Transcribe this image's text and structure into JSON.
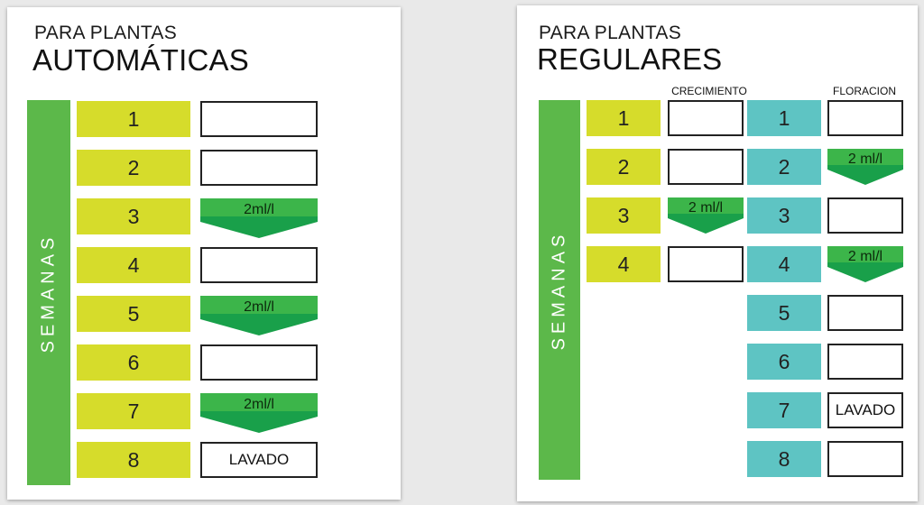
{
  "auto": {
    "subtitle": "PARA PLANTAS",
    "title": "AUTOMÁTICAS",
    "semanas": "SEMANAS",
    "weeks": [
      {
        "n": "1",
        "content": ""
      },
      {
        "n": "2",
        "content": ""
      },
      {
        "n": "3",
        "dose": "2ml/l"
      },
      {
        "n": "4",
        "content": ""
      },
      {
        "n": "5",
        "dose": "2ml/l"
      },
      {
        "n": "6",
        "content": ""
      },
      {
        "n": "7",
        "dose": "2ml/l"
      },
      {
        "n": "8",
        "content": "LAVADO"
      }
    ]
  },
  "regular": {
    "subtitle": "PARA PLANTAS",
    "title": "REGULARES",
    "semanas": "SEMANAS",
    "growth_header": "CRECIMIENTO",
    "flower_header": "FLORACION",
    "growth_weeks": [
      {
        "n": "1",
        "content": ""
      },
      {
        "n": "2",
        "content": ""
      },
      {
        "n": "3",
        "dose": "2 ml/l"
      },
      {
        "n": "4",
        "content": ""
      }
    ],
    "flower_weeks": [
      {
        "n": "1",
        "content": ""
      },
      {
        "n": "2",
        "dose": "2 ml/l"
      },
      {
        "n": "3",
        "content": ""
      },
      {
        "n": "4",
        "dose": "2 ml/l"
      },
      {
        "n": "5",
        "content": ""
      },
      {
        "n": "6",
        "content": ""
      },
      {
        "n": "7",
        "content": "LAVADO"
      },
      {
        "n": "8",
        "content": ""
      }
    ]
  },
  "colors": {
    "semanas_green": "#5cb84a",
    "week_yellow": "#d6dc2b",
    "week_teal": "#5ec4c3",
    "dose_light": "#3cb54a",
    "dose_dark": "#19a04a"
  }
}
